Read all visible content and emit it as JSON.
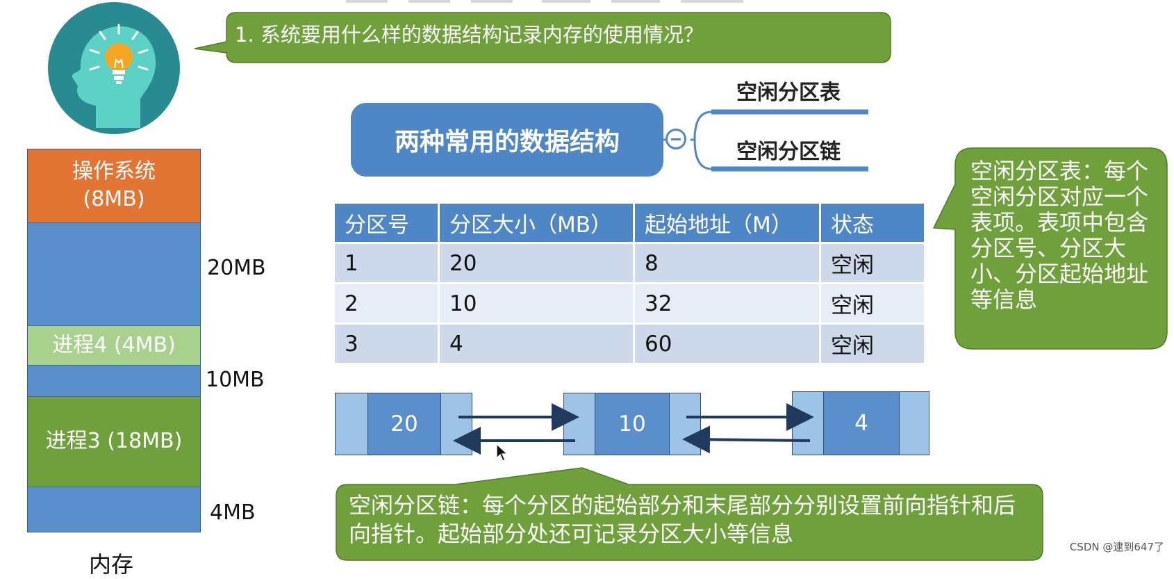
{
  "question": "1. 系统要用什么样的数据结构记录内存的使用情况？",
  "mindmap": {
    "root": "两种常用的数据结构",
    "collapse_symbol": "⊖",
    "branches": [
      "空闲分区表",
      "空闲分区链"
    ]
  },
  "memory": {
    "segments": [
      {
        "label": "操作系统\n(8MB)",
        "type": "os"
      },
      {
        "label": "",
        "type": "free"
      },
      {
        "label": "进程4 (4MB)",
        "type": "process"
      },
      {
        "label": "",
        "type": "free"
      },
      {
        "label": "进程3 (18MB)",
        "type": "process"
      },
      {
        "label": "",
        "type": "free"
      }
    ],
    "free_sizes": [
      "20MB",
      "10MB",
      "4MB"
    ],
    "caption": "内存"
  },
  "table": {
    "headers": [
      "分区号",
      "分区大小（MB）",
      "起始地址（M）",
      "状态"
    ],
    "rows": [
      [
        "1",
        "20",
        "8",
        "空闲"
      ],
      [
        "2",
        "10",
        "32",
        "空闲"
      ],
      [
        "3",
        "4",
        "60",
        "空闲"
      ]
    ]
  },
  "table_note": "空闲分区表：每个空闲分区对应一个表项。表项中包含分区号、分区大小、分区起始地址等信息",
  "linked_list": {
    "nodes": [
      "20",
      "10",
      "4"
    ]
  },
  "list_note": "空闲分区链：每个分区的起始部分和末尾部分分别设置前向指针和后向指针。起始部分处还可记录分区大小等信息",
  "watermark": "CSDN @逮到647了",
  "colors": {
    "callout_green": "#70a03c",
    "primary_blue": "#4f86c6",
    "os_orange": "#e27434",
    "process_light_green": "#a9d18e"
  },
  "icons": [
    "head-lightbulb-icon",
    "mouse-cursor-icon"
  ]
}
